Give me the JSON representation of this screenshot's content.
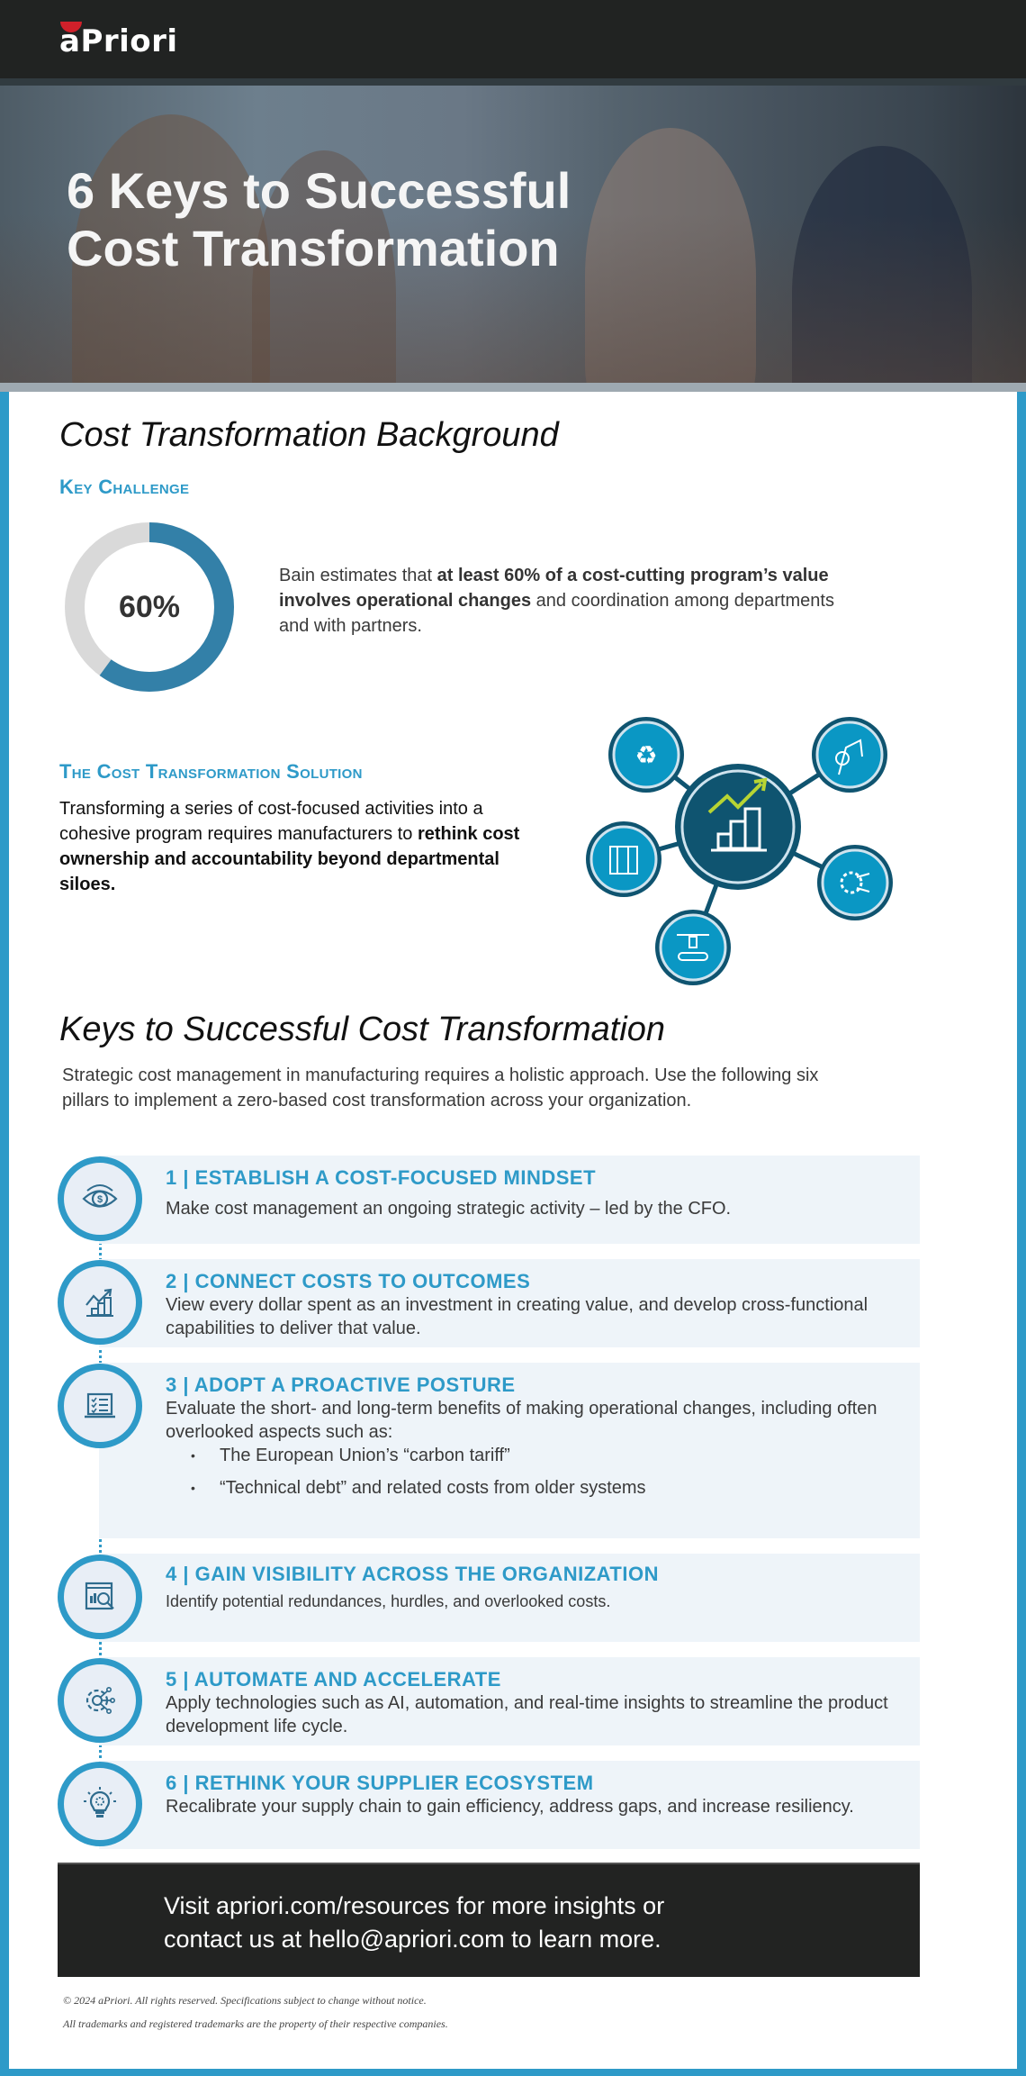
{
  "header": {
    "logo_text": "aPriori",
    "brand_accent": "#d0202a"
  },
  "hero": {
    "title_line1": "6 Keys to Successful",
    "title_line2": "Cost Transformation"
  },
  "background_section": {
    "title": "Cost Transformation Background",
    "key_challenge": {
      "label": "Key Challenge",
      "donut_value": "60%",
      "donut_percent": 60,
      "donut_color": "#3380a8",
      "donut_rest_color": "#d9d9d9",
      "text_before": "Bain estimates that ",
      "text_bold": "at least 60% of a cost-cutting program’s value involves operational changes",
      "text_after": " and coordination among departments and with partners."
    },
    "solution": {
      "label": "The Cost Transformation Solution",
      "text_before": "Transforming a series of cost-focused activities into a cohesive program requires manufacturers to ",
      "text_bold": "rethink cost ownership and accountability beyond departmental siloes."
    },
    "network_icons": {
      "center": "growth-chart-icon",
      "nodes": [
        "recycle-leaf-icon",
        "robot-arm-icon",
        "blueprint-icon",
        "ai-gear-circuit-icon",
        "conveyor-assembly-icon"
      ]
    }
  },
  "keys_section": {
    "title": "Keys to Successful Cost Transformation",
    "intro": "Strategic cost management in manufacturing requires a holistic approach. Use the following six pillars to implement a zero-based cost transformation across your organization.",
    "items": [
      {
        "heading": "1 |  ESTABLISH A COST-FOCUSED MINDSET",
        "body": "Make cost management an ongoing strategic activity – led by the CFO.",
        "icon": "eye-dollar-icon"
      },
      {
        "heading": "2  |  CONNECT COSTS TO OUTCOMES",
        "body": "View every dollar spent as an investment in creating value, and develop cross-functional capabilities to deliver that value.",
        "icon": "growth-chart-icon"
      },
      {
        "heading": "3  |  ADOPT A PROACTIVE POSTURE",
        "body": "Evaluate the short- and long-term benefits of making operational changes, including often overlooked aspects such as:",
        "bullets": [
          "The European Union’s “carbon tariff”",
          "“Technical debt” and related costs from older systems"
        ],
        "icon": "checklist-laptop-icon"
      },
      {
        "heading": "4  |  GAIN VISIBILITY ACROSS THE ORGANIZATION",
        "body": "Identify potential redundances, hurdles, and overlooked costs.",
        "icon": "analytics-magnifier-icon"
      },
      {
        "heading": "5  |  AUTOMATE AND ACCELERATE",
        "body": "Apply technologies such as AI, automation, and real-time insights to streamline the product development life cycle.",
        "icon": "ai-gear-circuit-icon"
      },
      {
        "heading": "6  |  RETHINK YOUR SUPPLIER ECOSYSTEM",
        "body": "Recalibrate your supply chain to gain efficiency, address gaps, and increase resiliency.",
        "icon": "lightbulb-gear-icon"
      }
    ]
  },
  "cta": {
    "line1": "Visit apriori.com/resources for more insights or",
    "line2": "contact us at hello@apriori.com to learn more."
  },
  "footer": {
    "copyright": "© 2024 aPriori. All rights reserved. Specifications subject to change without notice.",
    "trademarks": "All trademarks and registered trademarks are the property of their respective companies."
  },
  "colors": {
    "accent_blue": "#2e9ac8",
    "dark": "#212322",
    "card_bg": "#eef4f9"
  }
}
